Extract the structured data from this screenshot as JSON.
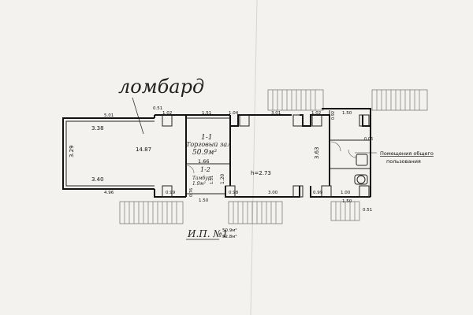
{
  "handwritten": {
    "title": "ломбард"
  },
  "rooms": {
    "room_1_1_number": "1-1",
    "room_1_1_name": "Торговый зал",
    "room_1_1_area": "50.9м²",
    "room_1_2_number": "1-2",
    "room_1_2_name": "Тамбур",
    "room_1_2_area": "1.9м²",
    "common_area_line1": "Помещения общего",
    "common_area_line2": "пользования"
  },
  "dimensions": {
    "d_501": "5.01",
    "d_051_top": "0.51",
    "d_102_a": "1.02",
    "d_151_top": "1.51",
    "d_104": "1.04",
    "d_301": "3.01",
    "d_102_b": "1.02",
    "d_092": "0.92",
    "d_150_top": "1.50",
    "d_338": "3.38",
    "d_329": "3.29",
    "d_1487": "14.87",
    "d_166": "1.66",
    "d_363": "3.63",
    "d_006": "0.06",
    "d_340": "3.40",
    "d_120": "1.20",
    "d_151_small": "1.51",
    "d_h": "h=2.73",
    "d_496": "4.96",
    "d_099_a": "0.99",
    "d_076": "0.76",
    "d_098": "0.98",
    "d_300": "3.00",
    "d_099_b": "0.99",
    "d_100": "1.00",
    "d_150_bottom_a": "1.50",
    "d_150_bottom_b": "1.50",
    "d_051_bottom": "0.51"
  },
  "footer": {
    "label": "И.П. №1",
    "area_a": "50.9м²",
    "area_b": "52.8м²"
  }
}
